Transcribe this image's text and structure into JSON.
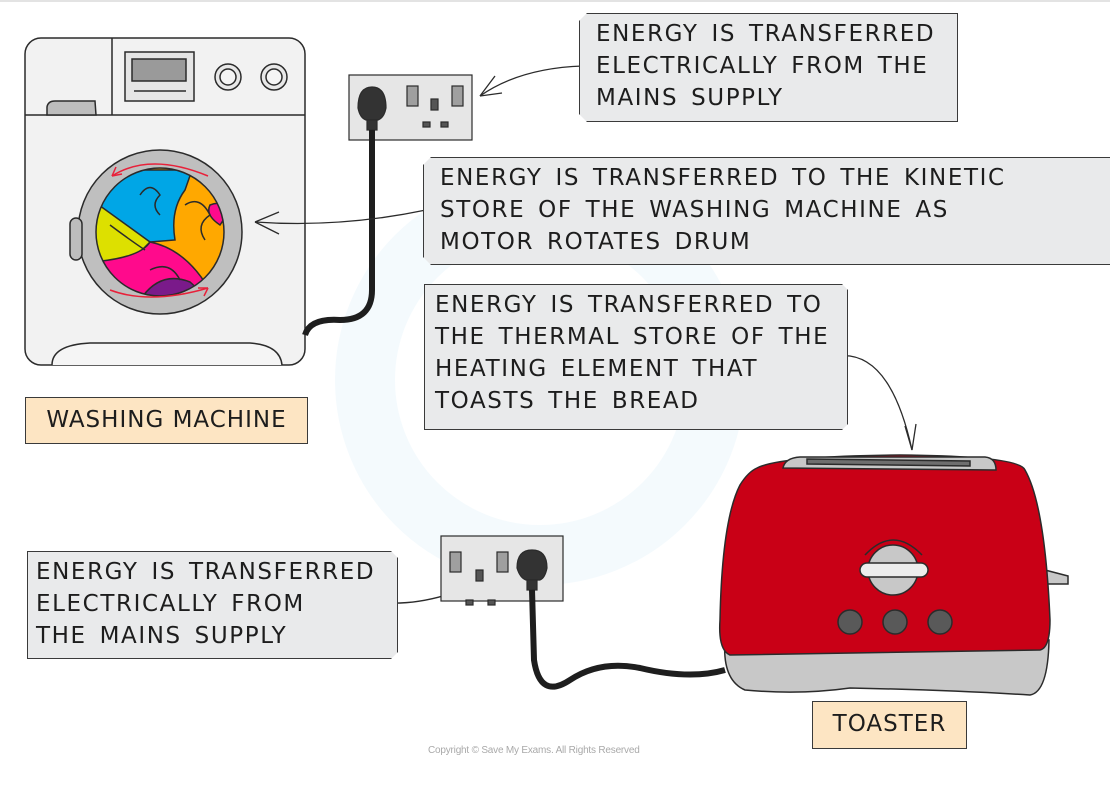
{
  "diagram": {
    "title": "Energy transfers in household appliances",
    "callouts": {
      "mains_top": [
        "ENERGY IS TRANSFERRED",
        "ELECTRICALLY FROM THE",
        "MAINS SUPPLY"
      ],
      "kinetic": [
        "ENERGY IS TRANSFERRED TO THE KINETIC",
        "STORE OF THE WASHING MACHINE AS",
        "MOTOR ROTATES DRUM"
      ],
      "thermal": [
        "ENERGY IS TRANSFERRED TO",
        "THE THERMAL STORE OF THE",
        "HEATING ELEMENT THAT",
        "TOASTS THE BREAD"
      ],
      "mains_bottom": [
        "ENERGY IS TRANSFERRED",
        "ELECTRICALLY FROM",
        "THE MAINS SUPPLY"
      ]
    },
    "labels": {
      "washing_machine": "WASHING MACHINE",
      "toaster": "TOASTER"
    },
    "copyright": "Copyright © Save My Exams. All Rights Reserved",
    "colors": {
      "callout_bg": "#e9eaeb",
      "label_bg": "#fde5c3",
      "toaster_red": "#c90016",
      "appliance_grey": "#c8c8c8",
      "drum_blue": "#00a6e6",
      "drum_orange": "#ffa800",
      "drum_yellow": "#dde000",
      "drum_pink": "#ff0a8c",
      "drum_purple": "#7a1a8a",
      "rotation_arrows": "#e8213a"
    }
  }
}
